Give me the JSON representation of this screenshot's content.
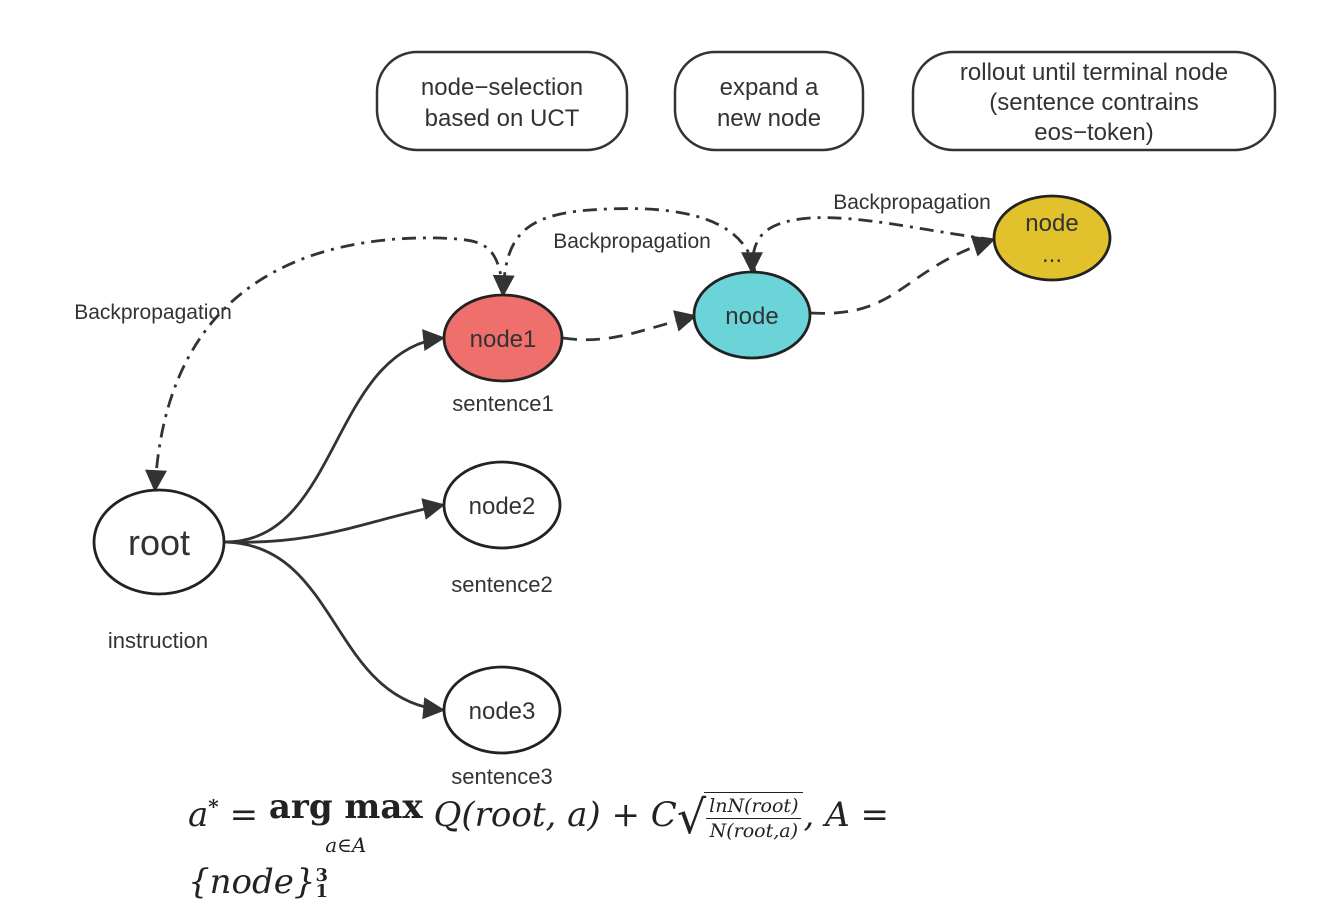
{
  "steps": [
    {
      "lines": [
        "node−selection",
        "based on UCT"
      ]
    },
    {
      "lines": [
        "expand a",
        "new node"
      ]
    },
    {
      "lines": [
        "rollout until terminal node",
        "(sentence contrains",
        "eos−token)"
      ]
    }
  ],
  "nodes": {
    "root": {
      "label": "root",
      "caption": "instruction"
    },
    "node1": {
      "label": "node1",
      "caption": "sentence1",
      "color": "#ee6f6b"
    },
    "node2": {
      "label": "node2",
      "caption": "sentence2"
    },
    "node3": {
      "label": "node3",
      "caption": "sentence3"
    },
    "expanded": {
      "label": "node",
      "color": "#6ad4d8"
    },
    "terminal": {
      "label_lines": [
        "node",
        "..."
      ],
      "color": "#e1c22d"
    }
  },
  "backprop_labels": [
    "Backpropagation",
    "Backpropagation",
    "Backpropagation"
  ],
  "formula": {
    "lhs": "a",
    "lhs_sup": "*",
    "eq": "=",
    "argmax": "arg max",
    "argmax_sub": "a∈A",
    "q": "Q(root, a)",
    "plus_c": "+ C",
    "num": "lnN(root)",
    "den": "N(root,a)",
    "set": ", A = {node}",
    "set_sup": "3",
    "set_sub": "1"
  }
}
